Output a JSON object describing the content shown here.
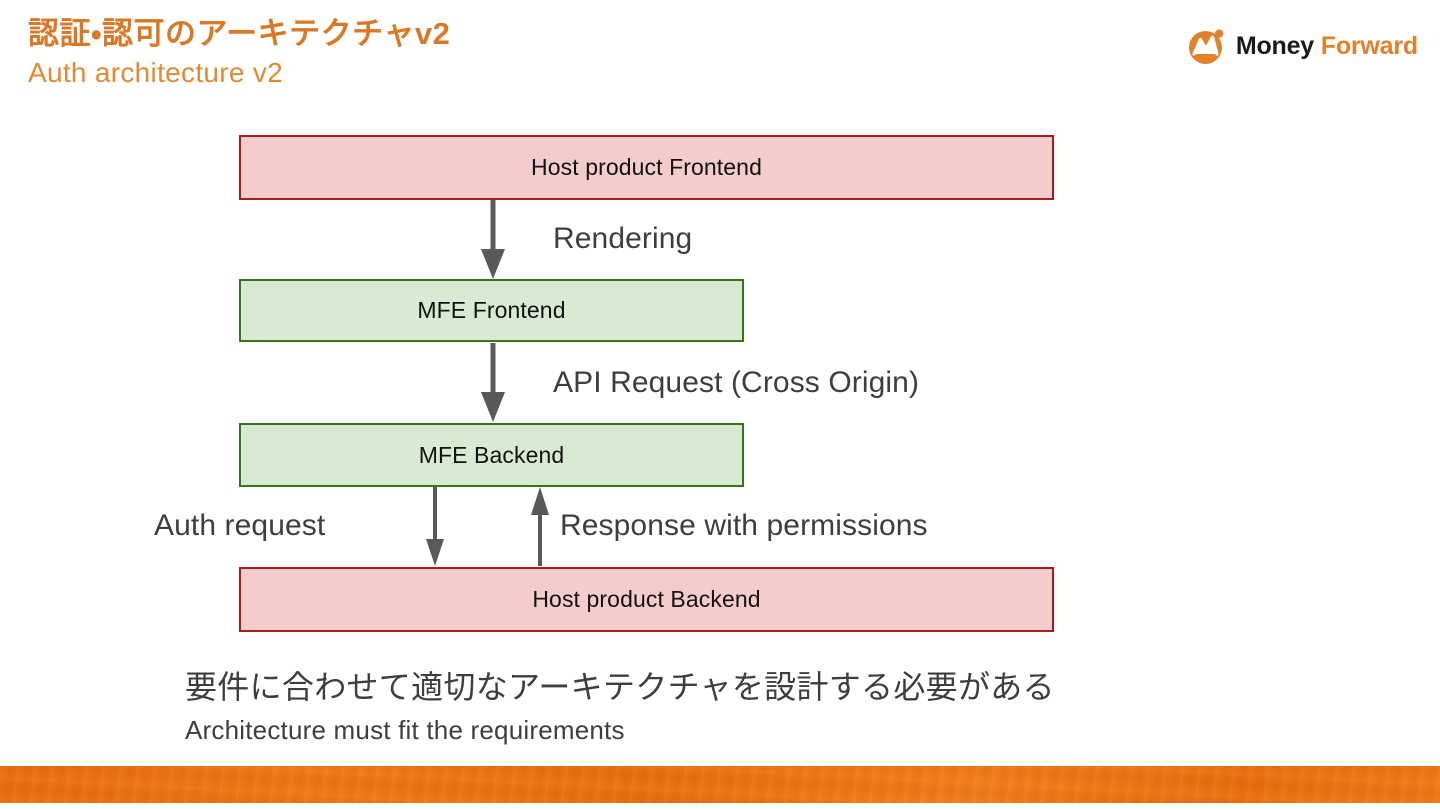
{
  "slide": {
    "title_ja": "認証・認可のアーキテクチャv2",
    "title_en": "Auth architecture v2",
    "background_color": "#FFFFFF",
    "accent_color": "#D97826"
  },
  "logo": {
    "name": "money-forward-logo",
    "word_1": "Money",
    "word_2": "Forward",
    "mark_color": "#E2802C",
    "word_1_color": "#1A1A1A",
    "word_2_color": "#E2802C"
  },
  "diagram": {
    "nodes": [
      {
        "id": "host-product-frontend",
        "label": "Host product Frontend",
        "fill": "#F4CCCC",
        "stroke": "#A61C1C"
      },
      {
        "id": "mfe-frontend",
        "label": "MFE Frontend",
        "fill": "#D9EAD3",
        "stroke": "#38761D"
      },
      {
        "id": "mfe-backend",
        "label": "MFE Backend",
        "fill": "#D9EAD3",
        "stroke": "#38761D"
      },
      {
        "id": "host-product-backend",
        "label": "Host product Backend",
        "fill": "#F4CCCC",
        "stroke": "#A61C1C"
      }
    ],
    "edges": [
      {
        "id": "rendering",
        "label": "Rendering",
        "from": "host-product-frontend",
        "to": "mfe-frontend",
        "direction": "down"
      },
      {
        "id": "api-request",
        "label": "API Request (Cross Origin)",
        "from": "mfe-frontend",
        "to": "mfe-backend",
        "direction": "down"
      },
      {
        "id": "auth-request",
        "label": "Auth request",
        "from": "mfe-backend",
        "to": "host-product-backend",
        "direction": "down"
      },
      {
        "id": "response-with-permissions",
        "label": "Response with permissions",
        "from": "host-product-backend",
        "to": "mfe-backend",
        "direction": "up"
      }
    ],
    "arrow_color": "#595959"
  },
  "note": {
    "ja": "要件に合わせて適切なアーキテクチャを設計する必要がある",
    "en": "Architecture must fit the requirements"
  },
  "footer": {
    "band_color": "#EB7315"
  }
}
